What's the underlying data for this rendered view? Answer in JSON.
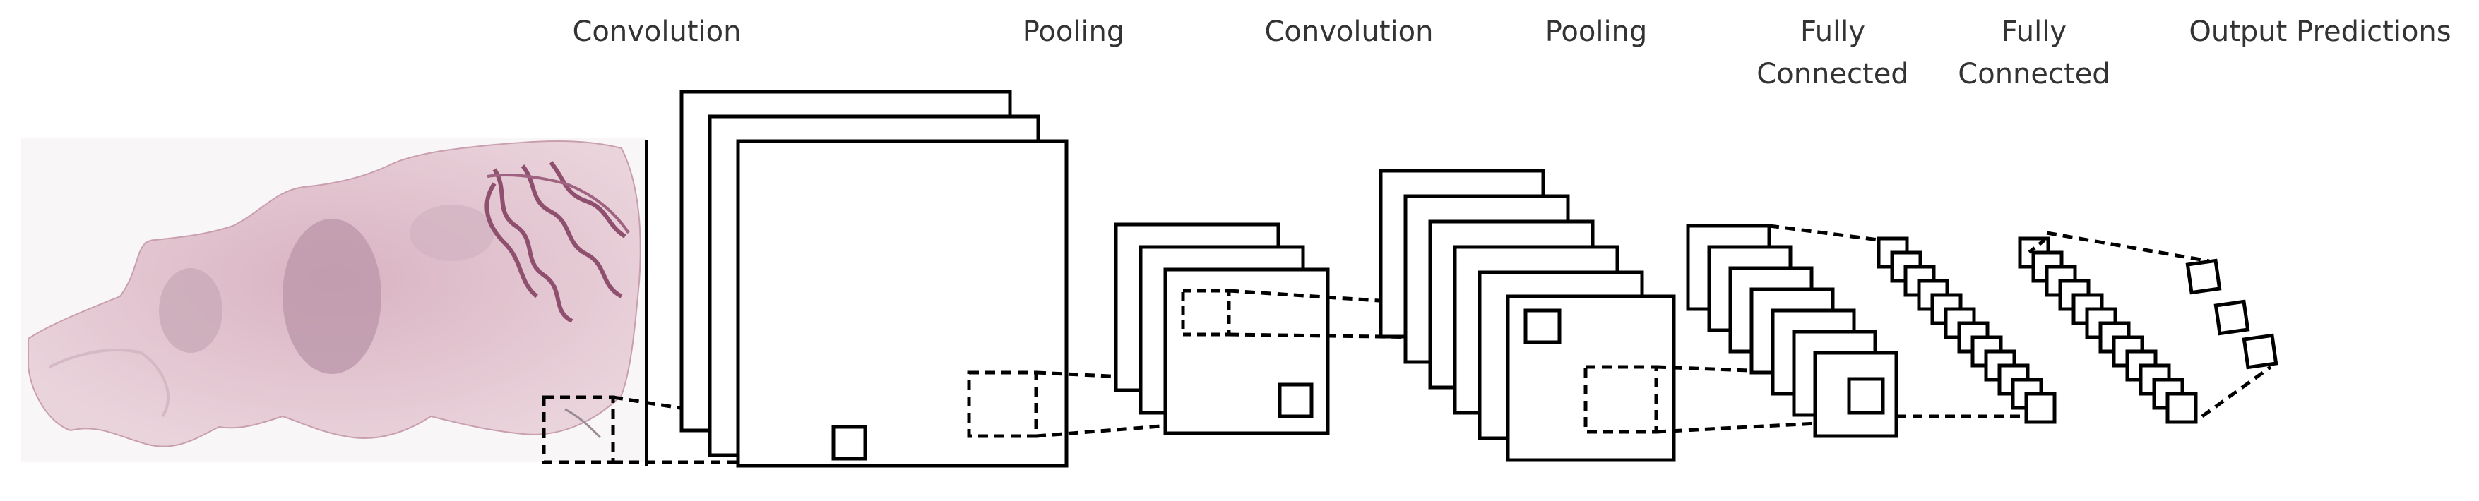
{
  "labels": {
    "conv1": [
      "Convolution"
    ],
    "pool1": [
      "Pooling"
    ],
    "conv2": [
      "Convolution"
    ],
    "pool2": [
      "Pooling"
    ],
    "fc1": [
      "Fully",
      "Connected"
    ],
    "fc2": [
      "Fully",
      "Connected"
    ],
    "output": [
      "Output Predictions"
    ]
  },
  "colors": {
    "stroke": "#000000",
    "text": "#333333",
    "tissue": "#e6c7d1",
    "tissue_dark": "#a57f95"
  }
}
